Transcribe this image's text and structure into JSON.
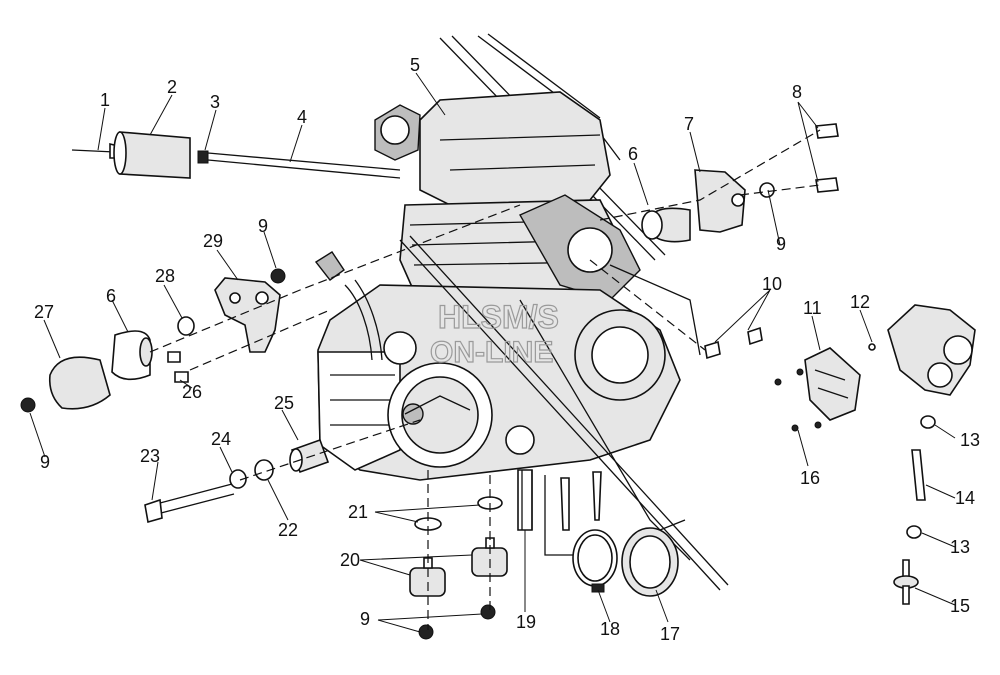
{
  "watermark": {
    "line1": "HLSM/S",
    "line2": "ON-LINE"
  },
  "callouts": [
    "1",
    "2",
    "3",
    "4",
    "5",
    "6",
    "6",
    "7",
    "8",
    "9",
    "9",
    "9",
    "9",
    "10",
    "11",
    "12",
    "13",
    "13",
    "14",
    "15",
    "16",
    "17",
    "18",
    "19",
    "20",
    "21",
    "22",
    "23",
    "24",
    "25",
    "26",
    "27",
    "28",
    "29"
  ]
}
